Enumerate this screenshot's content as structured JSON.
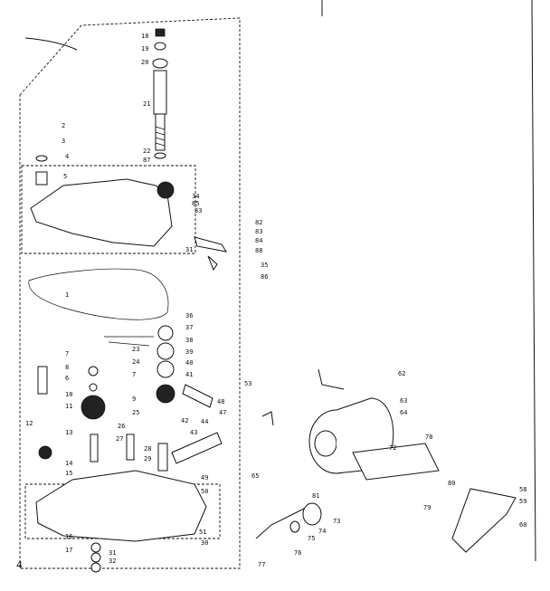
{
  "page_number": "4",
  "labels": [
    "18",
    "19",
    "20",
    "21",
    "22",
    "87",
    "2",
    "3",
    "4",
    "5",
    "34",
    "85",
    "33",
    "82",
    "83",
    "84",
    "88",
    "31",
    "35",
    "86",
    "1",
    "36",
    "37",
    "38",
    "39",
    "40",
    "41",
    "23",
    "24",
    "7",
    "8",
    "9",
    "7",
    "10",
    "11",
    "6",
    "25",
    "26",
    "27",
    "28",
    "29",
    "30",
    "12",
    "13",
    "14",
    "15",
    "16",
    "42",
    "43",
    "44",
    "47",
    "48",
    "49",
    "50",
    "51",
    "17",
    "31",
    "32",
    "53",
    "62",
    "63",
    "64",
    "72",
    "78",
    "79",
    "73",
    "74",
    "75",
    "76",
    "77",
    "80",
    "81",
    "58",
    "59",
    "60",
    "65"
  ]
}
